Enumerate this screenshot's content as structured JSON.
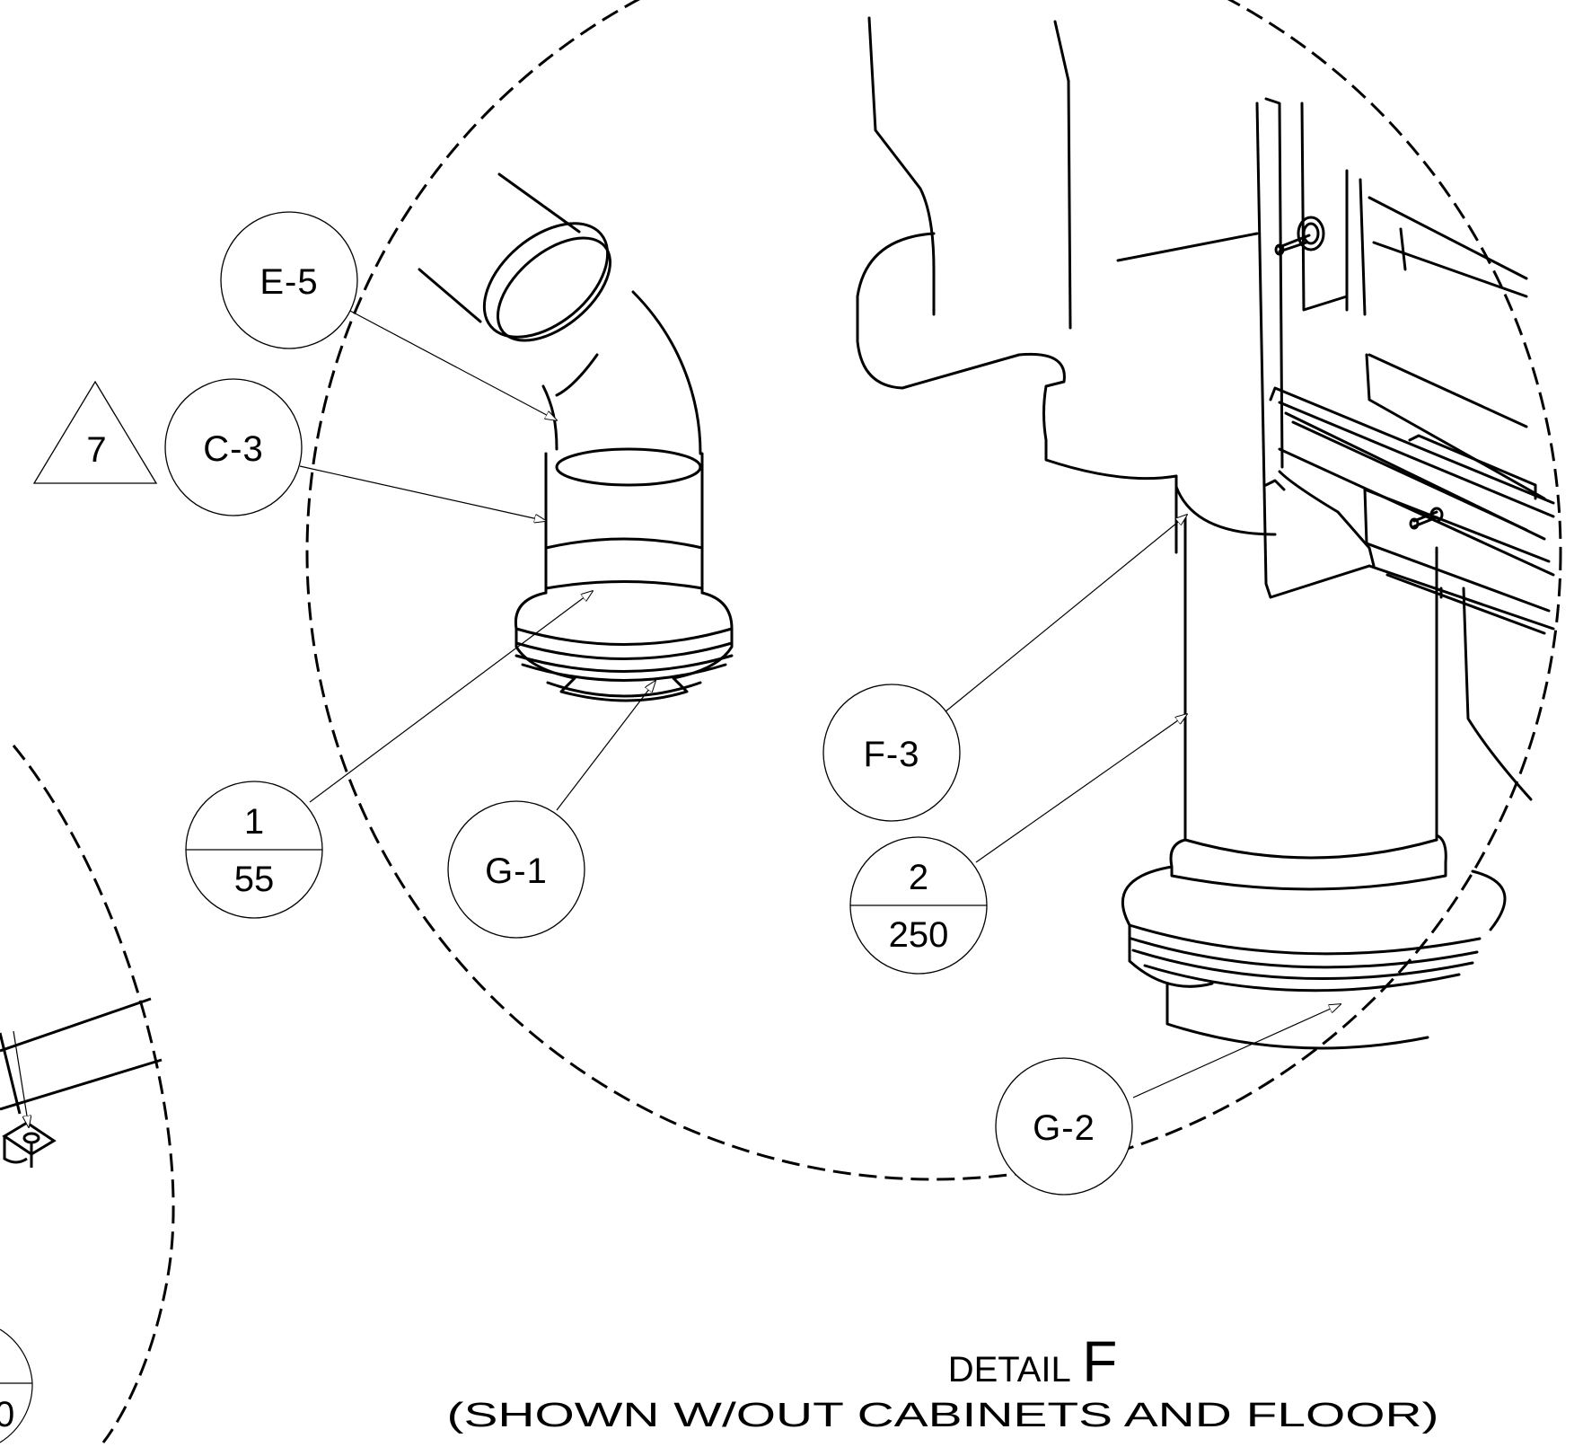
{
  "drawing": {
    "title_prefix": "DETAIL",
    "title_letter": "F",
    "subtitle": "(SHOWN W/OUT CABINETS AND FLOOR)",
    "line_color": "#000000",
    "background": "#ffffff"
  },
  "callouts": {
    "e5": "E-5",
    "c3": "C-3",
    "f3": "F-3",
    "g1": "G-1",
    "g2": "G-2",
    "note_triangle": "7",
    "item1_number": "1",
    "item1_length": "55",
    "item2_number": "2",
    "item2_length": "250",
    "edge_partial": "0"
  }
}
